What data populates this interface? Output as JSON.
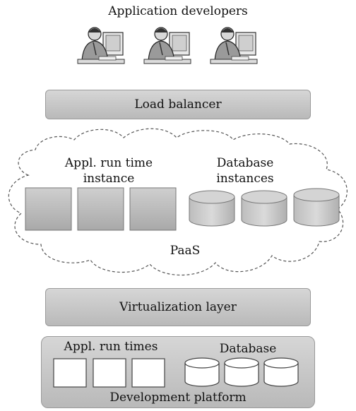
{
  "diagram": {
    "top_title": "Application developers",
    "load_balancer": "Load balancer",
    "cloud": {
      "runtime_label": [
        "Appl. run time",
        "instance"
      ],
      "database_label": [
        "Database",
        "instances"
      ],
      "paas_label": "PaaS"
    },
    "virtualization": "Virtualization layer",
    "platform": {
      "runtimes_label": "Appl. run times",
      "database_label": "Database",
      "footer": "Development platform"
    }
  }
}
